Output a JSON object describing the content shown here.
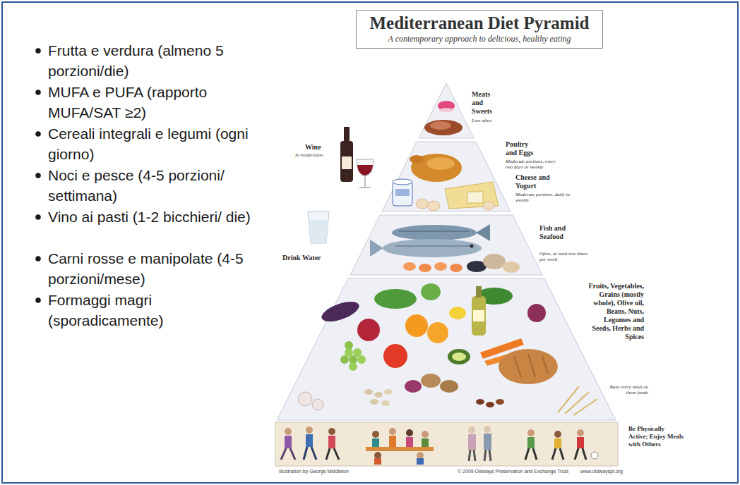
{
  "diagram": {
    "nodes": [
      {
        "text": [
          "Mediterranean Diet Pyramid",
          "A contemporary approach to delicious, healthy eating"
        ]
      }
    ],
    "labels": [
      "Frutta e verdura (almeno 5 porzioni/die)",
      "MUFA e PUFA (rapporto MUFA/SAT ≥2)",
      "Cereali integrali e legumi (ogni giorno)",
      "Noci e pesce (4-5 porzioni/ settimana)",
      "Vino ai pasti (1-2 bicchieri/ die)",
      "Carni rosse e manipolate (4-5 porzioni/mese)",
      "Formaggi magri (sporadicamente)",
      "Meats and Sweets",
      "Less often",
      "Wine",
      "In moderation",
      "Poultry and Eggs",
      "Moderate portions, every two days or weekly",
      "Cheese and Yogurt",
      "Moderate portions, daily to weekly",
      "Drink Water",
      "Fish and Seafood",
      "Often, at least two times per week",
      "Fruits, Vegetables, Grains (mostly whole), Olive oil, Beans, Nuts, Legumes and Seeds, Herbs and Spices",
      "Base every meal on these foods",
      "Be Physically Active; Enjoy Meals with Others",
      "Illustration by George Middleton",
      "© 2009 Oldways Preservation and Exchange Trust",
      "www.oldwayspt.org"
    ]
  }
}
